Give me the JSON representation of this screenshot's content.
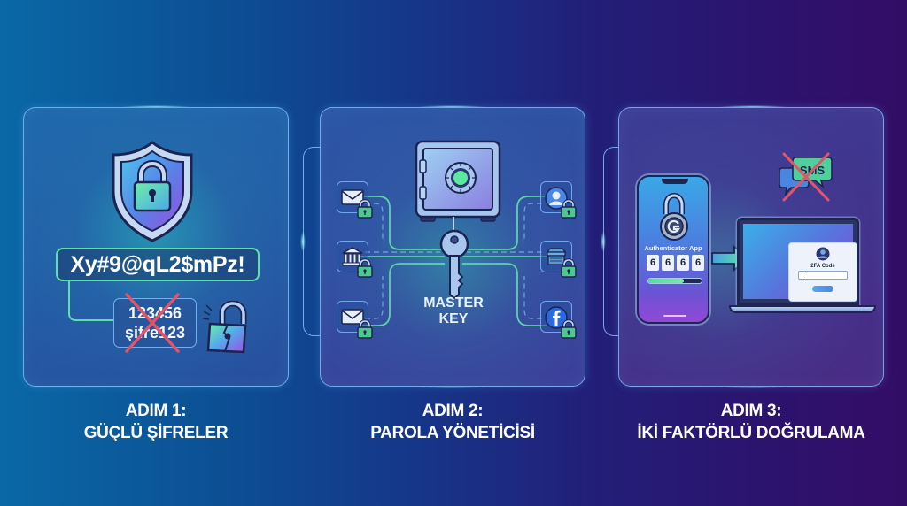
{
  "background": {
    "gradient_from": "#0a68a6",
    "gradient_to": "#330d66"
  },
  "colors": {
    "accent_green": "#5fe0a8",
    "panel_border": "#8cc8ff",
    "cross_red": "#e0556a",
    "caption_text": "#ffffff"
  },
  "steps": [
    {
      "caption_line1": "ADIM 1:",
      "caption_line2": "GÜÇLÜ ŞİFRELER",
      "icons": [
        "shield-lock-icon",
        "broken-padlock-icon"
      ],
      "strong_password": "Xy#9@qL2$mPz!",
      "weak_passwords": [
        "123456",
        "şifre123"
      ],
      "weak_crossed_out": true
    },
    {
      "caption_line1": "ADIM 2:",
      "caption_line2": "PAROLA YÖNETİCİSİ",
      "center_icons": [
        "safe-vault-icon",
        "key-icon"
      ],
      "center_label_line1": "MASTER",
      "center_label_line2": "KEY",
      "services_left": [
        "mail-icon",
        "bank-icon",
        "mail-icon"
      ],
      "services_right": [
        "user-profile-icon",
        "store-icon",
        "facebook-icon"
      ]
    },
    {
      "caption_line1": "ADIM 3:",
      "caption_line2": "İKİ FAKTÖRLÜ DOĞRULAMA",
      "phone": {
        "app_label": "Authenticator App",
        "code_digits": [
          "6",
          "6",
          "6",
          "6"
        ],
        "timer_progress_pct": 66
      },
      "laptop": {
        "dialog_label": "2FA Code",
        "input_value": ""
      },
      "sms_label": "SMS",
      "sms_crossed_out": true
    }
  ]
}
